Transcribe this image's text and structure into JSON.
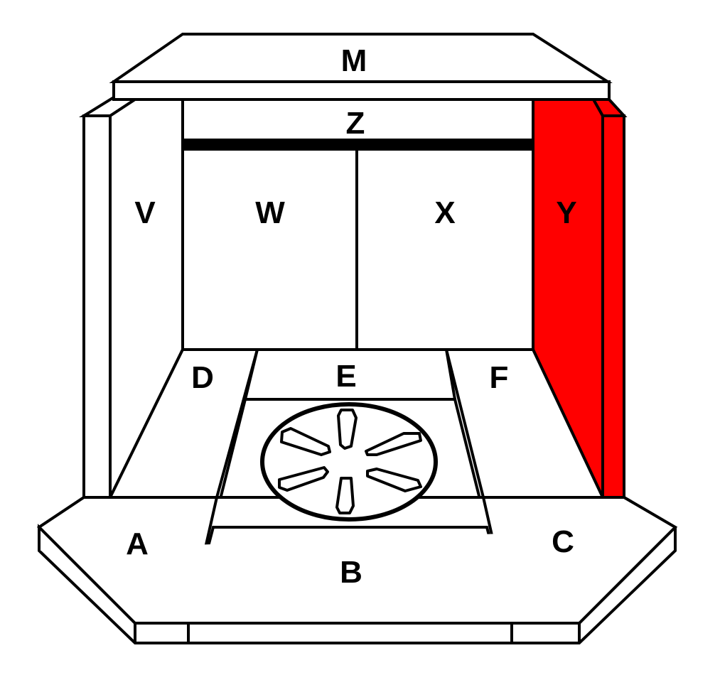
{
  "labels": {
    "M": "M",
    "Z": "Z",
    "V": "V",
    "W": "W",
    "X": "X",
    "Y": "Y",
    "D": "D",
    "E": "E",
    "F": "F",
    "A": "A",
    "B": "B",
    "C": "C"
  },
  "colors": {
    "highlight": "#ff0000",
    "line": "#000000",
    "fill": "#ffffff"
  },
  "highlighted_part": "Y"
}
